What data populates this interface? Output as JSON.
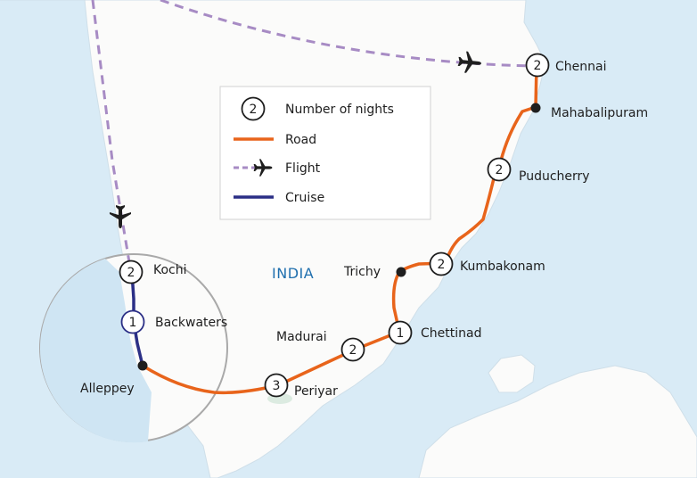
{
  "country_label": "INDIA",
  "colors": {
    "sea": "#d9ebf6",
    "land": "#fbfbfa",
    "road": "#e8641b",
    "flight": "#a78bc4",
    "cruise": "#2b2f86",
    "country_text": "#1f6fae"
  },
  "legend": {
    "nights_sample": "2",
    "nights_label": "Number of nights",
    "road_label": "Road",
    "flight_label": "Flight",
    "cruise_label": "Cruise"
  },
  "stops": [
    {
      "name": "Chennai",
      "nights": "2"
    },
    {
      "name": "Mahabalipuram",
      "nights": ""
    },
    {
      "name": "Puducherry",
      "nights": "2"
    },
    {
      "name": "Kumbakonam",
      "nights": "2"
    },
    {
      "name": "Trichy",
      "nights": ""
    },
    {
      "name": "Chettinad",
      "nights": "1"
    },
    {
      "name": "Madurai",
      "nights": "2"
    },
    {
      "name": "Periyar",
      "nights": "3"
    },
    {
      "name": "Alleppey",
      "nights": ""
    },
    {
      "name": "Backwaters",
      "nights": "1"
    },
    {
      "name": "Kochi",
      "nights": "2"
    }
  ],
  "icons": [
    "airplane-icon",
    "airplane-icon"
  ]
}
